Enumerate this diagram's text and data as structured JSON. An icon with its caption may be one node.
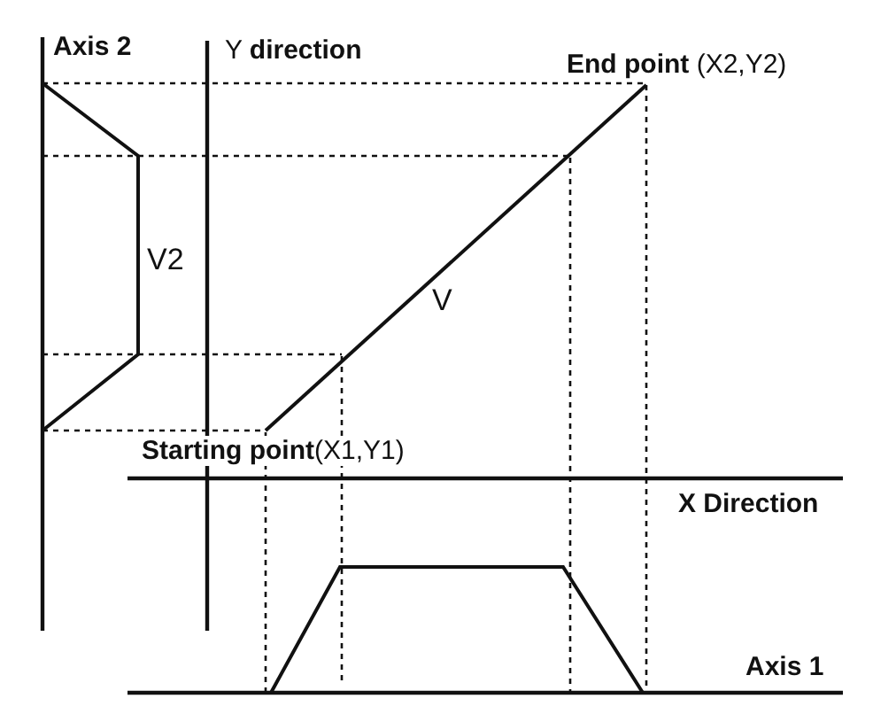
{
  "diagram": {
    "labels": [
      "Axis 2",
      "Y **direction**",
      "**End point** (X2,Y2)",
      "V2",
      "V",
      "**Starting point**(X1,Y1)",
      "X Direction",
      "Axis 1"
    ]
  }
}
